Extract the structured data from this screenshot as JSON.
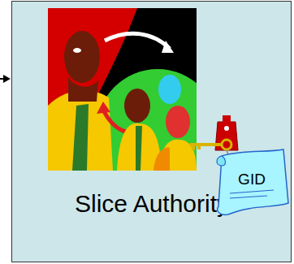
{
  "diagram": {
    "nodes": [
      {
        "text": [
          "Slice Authority"
        ]
      },
      {
        "text": [
          "GID"
        ],
        "in": 0
      }
    ]
  }
}
